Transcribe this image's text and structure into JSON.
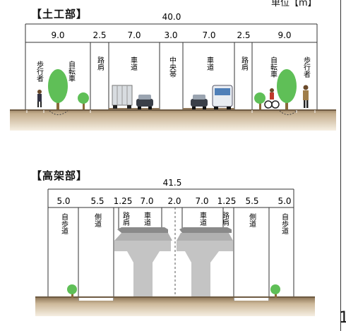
{
  "surface": {
    "title": "【土工部】",
    "unit": "単位【m】",
    "total": "40.0",
    "widths": [
      "9.0",
      "2.5",
      "7.0",
      "3.0",
      "7.0",
      "2.5",
      "9.0"
    ],
    "zones": [
      "歩行者",
      "自転車",
      "路肩",
      "車道",
      "中央帯",
      "車道",
      "路肩",
      "自転車",
      "歩行者"
    ]
  },
  "elevated": {
    "title": "【高架部】",
    "total": "41.5",
    "widths": [
      "5.0",
      "5.5",
      "1.25",
      "7.0",
      "2.0",
      "7.0",
      "1.25",
      "5.5",
      "5.0"
    ],
    "zones": [
      "自歩道",
      "側道",
      "路肩",
      "車道",
      "車道",
      "路肩",
      "側道",
      "自歩道"
    ]
  },
  "corner": "1",
  "colors": {
    "ground_top": "#8c7355",
    "ground_bottom": "#f2e8d8",
    "road": "#8a8a8a",
    "pier": "#c4c4c4",
    "tree": "#5fbf57",
    "trunk": "#8a6a3a"
  }
}
